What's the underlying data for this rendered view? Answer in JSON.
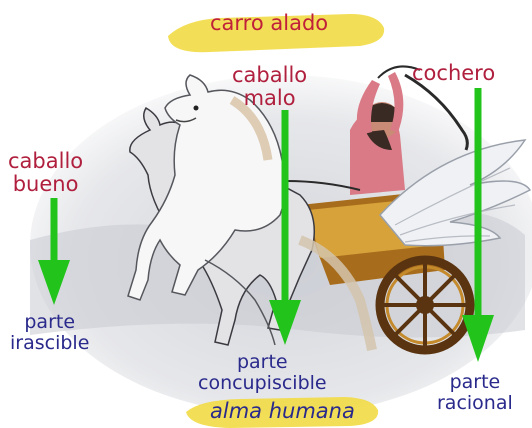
{
  "title": "carro alado",
  "subtitle": "alma humana",
  "labels": {
    "caballo_bueno": [
      "caballo",
      "bueno"
    ],
    "caballo_malo": [
      "caballo",
      "malo"
    ],
    "cochero": "cochero",
    "parte_irascible": [
      "parte",
      "irascible"
    ],
    "parte_concupiscible": [
      "parte",
      "concupiscible"
    ],
    "parte_racional": [
      "parte",
      "racional"
    ]
  },
  "colors": {
    "top_labels": "#b0203e",
    "bottom_labels": "#2a2a8c",
    "arrows": "#22c41c",
    "highlight": "#f2dc45"
  }
}
